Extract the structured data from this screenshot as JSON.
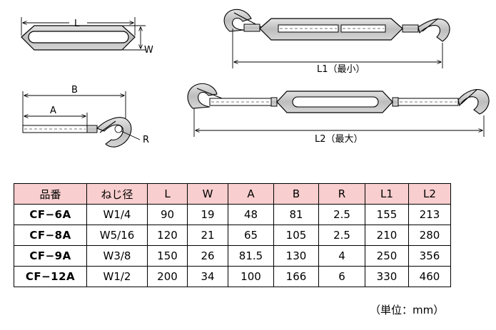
{
  "diagram": {
    "label_L": "L",
    "label_W": "W",
    "label_B": "B",
    "label_A": "A",
    "label_R": "R",
    "label_L1": "L1（最小）",
    "label_L2": "L2（最大）"
  },
  "table": {
    "headers": [
      "品番",
      "ねじ径",
      "L",
      "W",
      "A",
      "B",
      "R",
      "L1",
      "L2"
    ],
    "rows": [
      [
        "CF−6A",
        "W1/4",
        "90",
        "19",
        "48",
        "81",
        "2.5",
        "155",
        "213"
      ],
      [
        "CF−8A",
        "W5/16",
        "120",
        "21",
        "65",
        "105",
        "2.5",
        "210",
        "280"
      ],
      [
        "CF−9A",
        "W3/8",
        "150",
        "26",
        "81.5",
        "130",
        "4",
        "250",
        "356"
      ],
      [
        "CF−12A",
        "W1/2",
        "200",
        "34",
        "100",
        "166",
        "6",
        "330",
        "460"
      ]
    ]
  },
  "unit_note": "（単位：mm）",
  "colors": {
    "header_bg": "#f8cece"
  }
}
